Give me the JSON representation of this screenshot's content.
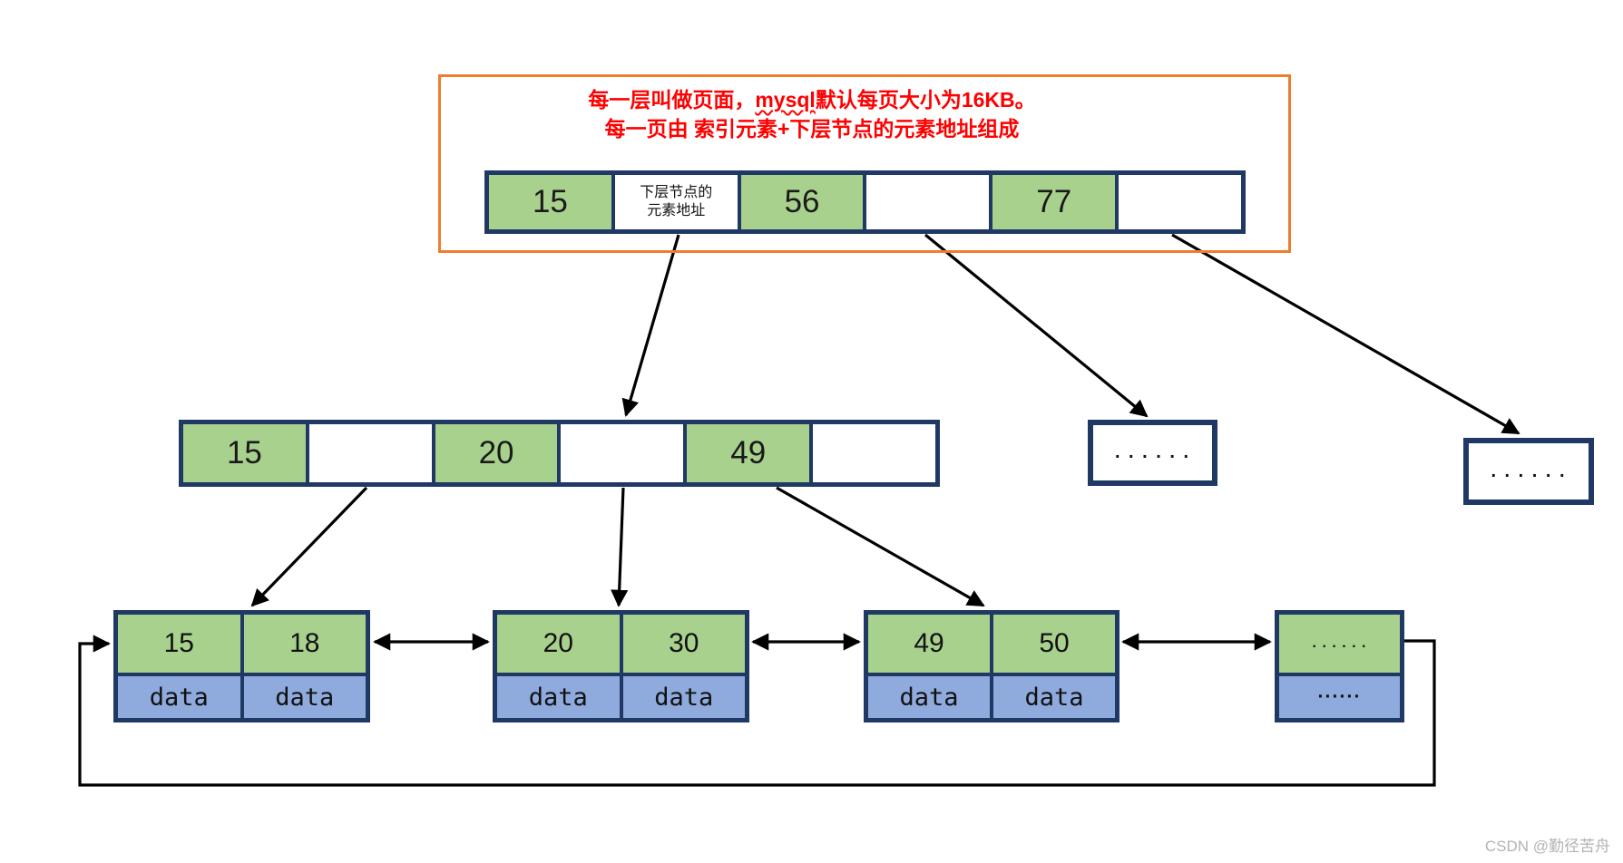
{
  "annotation": {
    "line1_pre": "每一层叫做页面，",
    "line1_highlight": "mysql",
    "line1_post": "默认每页大小为16KB。",
    "line2": "每一页由 索引元素+下层节点的元素地址组成"
  },
  "root_node": {
    "cells": [
      {
        "type": "key",
        "label": "15"
      },
      {
        "type": "address",
        "line1": "下层节点的",
        "line2": "元素地址"
      },
      {
        "type": "key",
        "label": "56"
      },
      {
        "type": "empty",
        "label": ""
      },
      {
        "type": "key",
        "label": "77"
      },
      {
        "type": "empty",
        "label": ""
      }
    ]
  },
  "internal_node": {
    "cells": [
      {
        "type": "key",
        "label": "15"
      },
      {
        "type": "empty",
        "label": ""
      },
      {
        "type": "key",
        "label": "20"
      },
      {
        "type": "empty",
        "label": ""
      },
      {
        "type": "key",
        "label": "49"
      },
      {
        "type": "empty",
        "label": ""
      }
    ]
  },
  "ellipsis_nodes": [
    {
      "label": ". . . . . ."
    },
    {
      "label": ". . . . . ."
    }
  ],
  "leaf_nodes": [
    {
      "keys": [
        "15",
        "18"
      ],
      "values": [
        "data",
        "data"
      ]
    },
    {
      "keys": [
        "20",
        "30"
      ],
      "values": [
        "data",
        "data"
      ]
    },
    {
      "keys": [
        "49",
        "50"
      ],
      "values": [
        "data",
        "data"
      ]
    },
    {
      "keys": [
        ". . . . . ."
      ],
      "values": [
        "······"
      ]
    }
  ],
  "watermark": {
    "text": "CSDN @勤径苦舟"
  },
  "colors": {
    "key_fill": "#a9d18e",
    "data_fill": "#8faadc",
    "node_border": "#1f3864",
    "annotation_border": "#ed7d31",
    "annotation_text": "#ff0000",
    "arrow": "#000000",
    "watermark": "#b3b3b3"
  }
}
